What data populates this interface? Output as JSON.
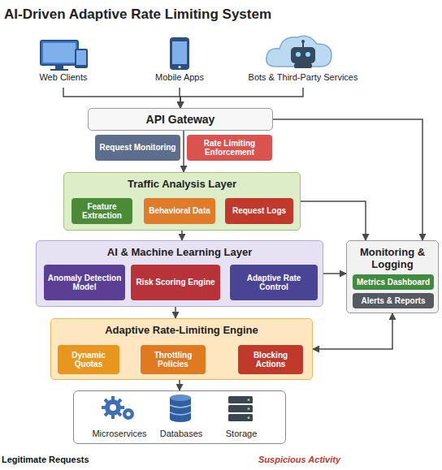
{
  "diagram": {
    "title": "AI-Driven Adaptive Rate Limiting System",
    "nodes": [
      {
        "text": [
          "Web Clients"
        ]
      },
      {
        "text": [
          "Mobile Apps"
        ]
      },
      {
        "text": [
          "Bots & Third-Party Services"
        ]
      },
      {
        "text": [
          "API Gateway"
        ]
      },
      {
        "text": [
          "Request Monitoring"
        ]
      },
      {
        "text": [
          "Rate Limiting Enforcement"
        ]
      },
      {
        "text": [
          "Traffic Analysis Layer"
        ]
      },
      {
        "text": [
          "Feature Extraction"
        ],
        "in": 6
      },
      {
        "text": [
          "Behavioral Data"
        ],
        "in": 6
      },
      {
        "text": [
          "Request Logs"
        ],
        "in": 6
      },
      {
        "text": [
          "AI & Machine Learning Layer"
        ]
      },
      {
        "text": [
          "Anomaly Detection Model"
        ],
        "in": 10
      },
      {
        "text": [
          "Risk Scoring Engine"
        ],
        "in": 10
      },
      {
        "text": [
          "Adaptive Rate Control"
        ],
        "in": 10
      },
      {
        "text": [
          "Monitoring & Logging"
        ]
      },
      {
        "text": [
          "Metrics Dashboard"
        ],
        "in": 14
      },
      {
        "text": [
          "Alerts & Reports"
        ],
        "in": 14
      },
      {
        "text": [
          "Adaptive Rate-Limiting Engine"
        ]
      },
      {
        "text": [
          "Dynamic Quotas"
        ],
        "in": 17
      },
      {
        "text": [
          "Throttling Policies"
        ],
        "in": 17
      },
      {
        "text": [
          "Blocking Actions"
        ],
        "in": 17
      },
      {
        "text": []
      },
      {
        "text": [
          "Microservices"
        ],
        "in": 21
      },
      {
        "text": [
          "Databases"
        ],
        "in": 21
      },
      {
        "text": [
          "Storage"
        ],
        "in": 21
      }
    ],
    "edges": [
      {
        "from": 0,
        "to": 3,
        "arrow": "to"
      },
      {
        "from": 1,
        "to": 3,
        "arrow": "to"
      },
      {
        "from": 2,
        "to": 3,
        "arrow": "to"
      },
      {
        "from": 3,
        "to": 6,
        "arrow": "to"
      },
      {
        "from": 3,
        "to": 14,
        "arrow": "to"
      },
      {
        "from": 6,
        "to": 10,
        "arrow": "to"
      },
      {
        "from": 6,
        "to": 14,
        "arrow": "to"
      },
      {
        "from": 10,
        "to": 17,
        "arrow": "to"
      },
      {
        "from": 10,
        "to": 14,
        "arrow": "to"
      },
      {
        "from": 17,
        "to": 14,
        "arrow": "both"
      },
      {
        "from": 17,
        "to": 21,
        "arrow": "to"
      },
      {
        "from": 18,
        "to": 19,
        "arrow": "none"
      },
      {
        "from": 19,
        "to": 20,
        "arrow": "none"
      }
    ],
    "labels": [
      "Legitimate Requests",
      "Suspicious Activity"
    ]
  }
}
